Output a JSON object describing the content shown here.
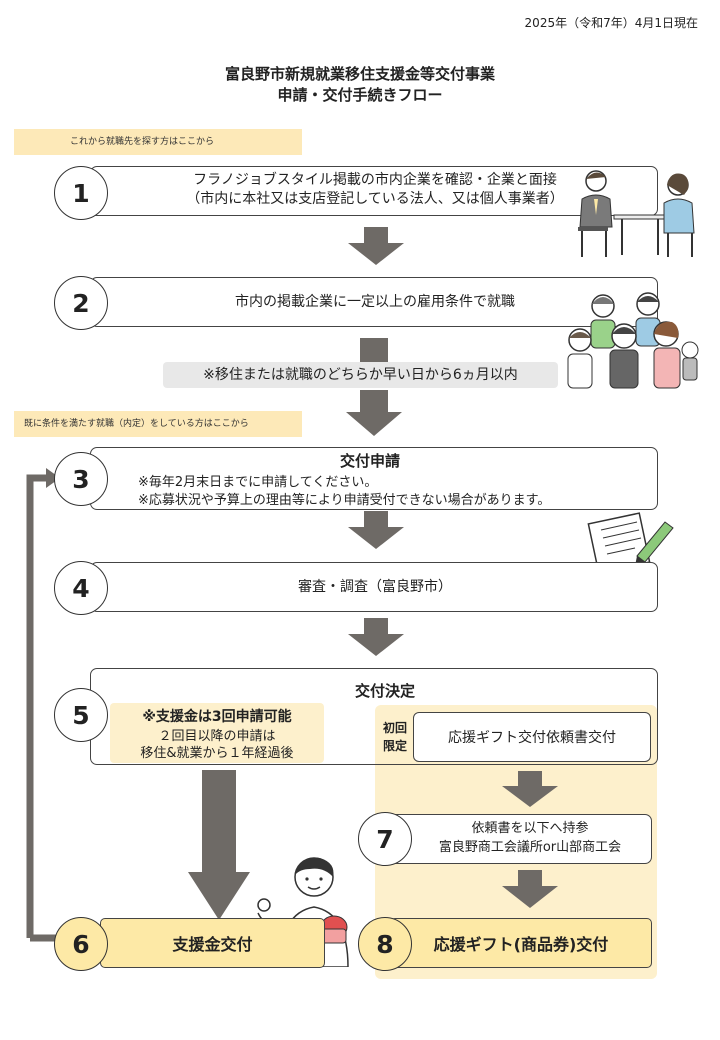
{
  "header": {
    "date": "2025年（令和7年）4月1日現在",
    "title_line1": "富良野市新規就業移住支援金等交付事業",
    "title_line2": "申請・交付手続きフロー"
  },
  "notes": {
    "new_seekers": "これから就職先を探す方はここから",
    "already_employed": "既に条件を満たす就職（内定）をしている方はここから"
  },
  "steps": {
    "s1": {
      "number": "1",
      "line1": "フラノジョブスタイル掲載の市内企業を確認・企業と面接",
      "line2": "（市内に本社又は支店登記している法人、又は個人事業者）"
    },
    "s2": {
      "number": "2",
      "text": "市内の掲載企業に一定以上の雇用条件で就職"
    },
    "deadline": "※移住または就職のどちらか早い日から6ヵ月以内",
    "s3": {
      "number": "3",
      "title": "交付申請",
      "line1": "※毎年2月末日までに申請してください。",
      "line2": "※応募状況や予算上の理由等により申請受付できない場合があります。"
    },
    "s4": {
      "number": "4",
      "text": "審査・調査（富良野市）"
    },
    "s5": {
      "number": "5",
      "title": "交付決定",
      "note_title": "※支援金は3回申請可能",
      "note_line1": "２回目以降の申請は",
      "note_line2": "移住&就業から１年経過後"
    },
    "first_time_line1": "初回",
    "first_time_line2": "限定",
    "gift_request": "応援ギフト交付依頼書交付",
    "s7": {
      "number": "7",
      "line1": "依頼書を以下へ持参",
      "line2": "富良野商工会議所or山部商工会"
    },
    "s6": {
      "number": "6",
      "text": "支援金交付"
    },
    "s8": {
      "number": "8",
      "text": "応援ギフト(商品券)交付"
    }
  },
  "colors": {
    "arrow": "#6e6a66",
    "note_bar": "#fde9b8",
    "panel": "#fdf0cc",
    "number_yellow": "#fde9a6",
    "pill_gray": "#e8e8e8"
  }
}
